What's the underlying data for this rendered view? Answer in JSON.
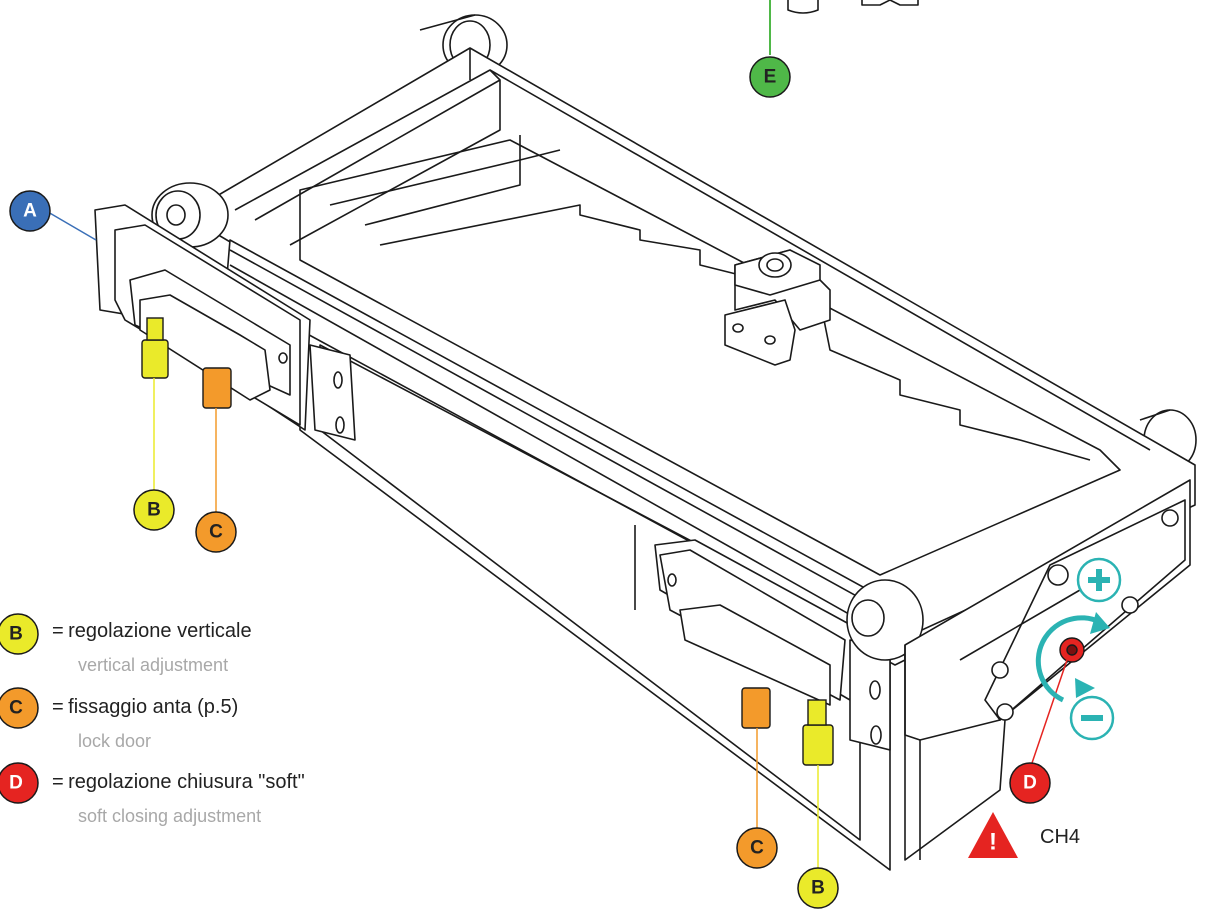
{
  "callouts": {
    "a": "A",
    "b": "B",
    "c": "C",
    "d": "D",
    "e": "E"
  },
  "legend": [
    {
      "key": "B",
      "eq": "=",
      "main": "regolazione verticale",
      "sub": "vertical adjustment"
    },
    {
      "key": "C",
      "eq": "=",
      "main": "fissaggio anta (p.5)",
      "sub": "lock door"
    },
    {
      "key": "D",
      "eq": "=",
      "main": "regolazione chiusura \"soft\"",
      "sub": "soft closing adjustment"
    }
  ],
  "warning": {
    "label": "CH4",
    "symbol": "!"
  },
  "adjust": {
    "plus": "+",
    "minus": "−"
  },
  "colors": {
    "a": "#3a6fb7",
    "b": "#eaea2a",
    "c": "#f39a2b",
    "d": "#e52421",
    "e": "#4fb848",
    "cyan": "#2bb3b3",
    "line": "#1a1a1a"
  }
}
